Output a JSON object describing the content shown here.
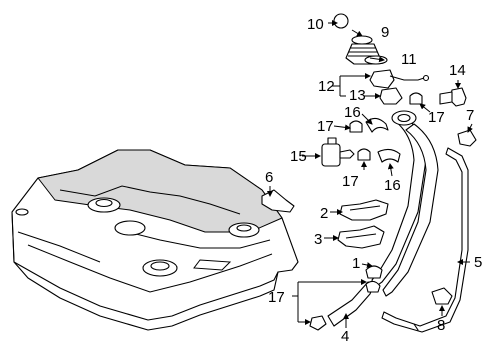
{
  "diagram": {
    "callouts": {
      "c1": "1",
      "c2": "2",
      "c3": "3",
      "c4": "4",
      "c5": "5",
      "c6": "6",
      "c7": "7",
      "c8": "8",
      "c9": "9",
      "c10": "10",
      "c11": "11",
      "c12": "12",
      "c13": "13",
      "c14": "14",
      "c15": "15",
      "c16a": "16",
      "c16b": "16",
      "c17a": "17",
      "c17b": "17",
      "c17c": "17",
      "c17d": "17"
    }
  }
}
